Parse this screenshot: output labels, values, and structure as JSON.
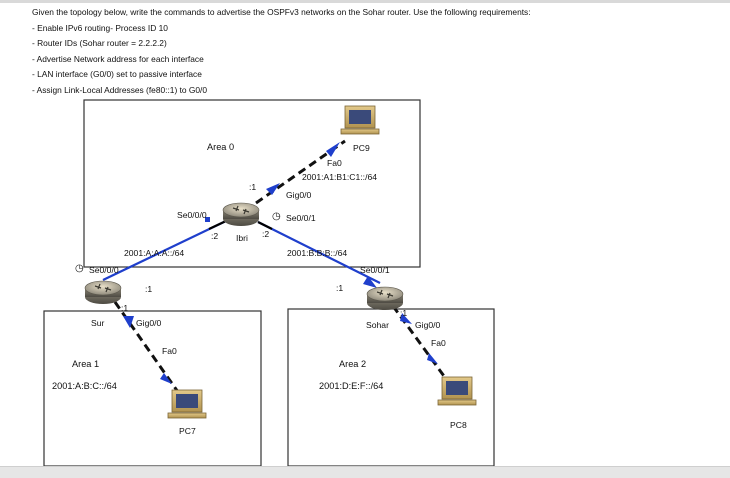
{
  "instructions": {
    "intro": "Given the topology below, write the commands to advertise the OSPFv3 networks on the Sohar router. Use the following requirements:",
    "requirements": [
      "- Enable IPv6 routing- Process ID 10",
      "- Router IDs (Sohar router = 2.2.2.2)",
      "- Advertise Network address for each interface",
      "- LAN interface (G0/0) set to passive interface",
      "- Assign Link-Local Addresses (fe80::1) to G0/0"
    ]
  },
  "topology": {
    "areas": {
      "area0": {
        "name": "Area 0"
      },
      "area1": {
        "name": "Area 1",
        "network": "2001:A:B:C::/64"
      },
      "area2": {
        "name": "Area 2",
        "network": "2001:D:E:F::/64"
      }
    },
    "devices": {
      "ibri": "Ibri",
      "sur": "Sur",
      "sohar": "Sohar",
      "pc7": "PC7",
      "pc8": "PC8",
      "pc9": "PC9"
    },
    "interfaces": {
      "ibri_se000": "Se0/0/0",
      "ibri_se001": "Se0/0/1",
      "ibri_g00": "Gig0/0",
      "sur_se000": "Se0/0/0",
      "sur_g00": "Gig0/0",
      "sohar_se001": "Se0/0/1",
      "sohar_g00": "Gig0/0",
      "pc9_fa0": "Fa0",
      "pc7_fa0": "Fa0",
      "pc8_fa0": "Fa0"
    },
    "networks": {
      "ibri_pc9": "2001:A1:B1:C1::/64",
      "ibri_sur": "2001:A:A:A::/64",
      "ibri_sohar": "2001:B:B:B::/64"
    },
    "host_ids": {
      "ibri_g00": ":1",
      "ibri_se000": ":2",
      "ibri_se001": ":2",
      "sur_se000": ":1",
      "sur_g00": ":1",
      "sohar_se001": ":1",
      "sohar_g00": ":1"
    }
  }
}
